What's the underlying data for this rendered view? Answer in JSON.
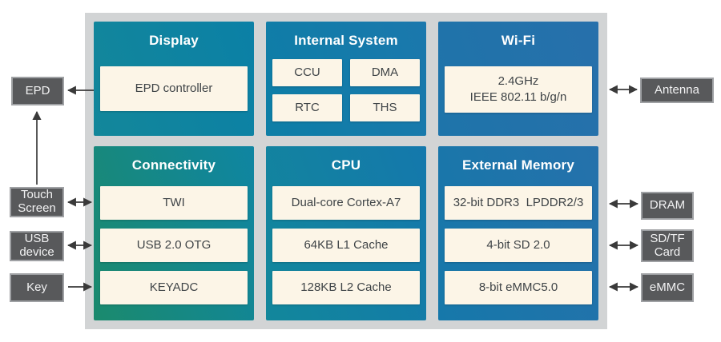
{
  "palette": {
    "canvas_bg": "#ffffff",
    "panel_bg": "#d2d4d5",
    "chip_bg": "#fcf5e7",
    "chip_text": "#3f4447",
    "peripheral_bg": "#58595b",
    "peripheral_border": "#9fa1a4",
    "peripheral_text": "#f2f2f3",
    "block_title_text": "#ffffff",
    "arrow": "#3a3a3a",
    "gradients": {
      "display": [
        "#13879a",
        "#0b80a6"
      ],
      "internal_system": [
        "#0d7ea6",
        "#1b78ad"
      ],
      "wifi": [
        "#1e74aa",
        "#2770ab"
      ],
      "connectivity": [
        "#1b8a6d",
        "#0f85a2"
      ],
      "cpu": [
        "#12879b",
        "#1478ac"
      ],
      "external_memory": [
        "#1678aa",
        "#2571ab"
      ]
    }
  },
  "blocks": {
    "display": {
      "title": "Display",
      "items": [
        "EPD controller"
      ]
    },
    "internal_system": {
      "title": "Internal System",
      "items": [
        "CCU",
        "DMA",
        "RTC",
        "THS"
      ]
    },
    "wifi": {
      "title": "Wi-Fi",
      "items": [
        "2.4GHz\nIEEE 802.11 b/g/n"
      ]
    },
    "connectivity": {
      "title": "Connectivity",
      "items": [
        "TWI",
        "USB 2.0 OTG",
        "KEYADC"
      ]
    },
    "cpu": {
      "title": "CPU",
      "items": [
        "Dual-core Cortex-A7",
        "64KB L1 Cache",
        "128KB L2 Cache"
      ]
    },
    "external_memory": {
      "title": "External Memory",
      "items": [
        "32-bit DDR3  LPDDR2/3",
        "4-bit SD 2.0",
        "8-bit eMMC5.0"
      ]
    }
  },
  "peripherals": {
    "left": [
      {
        "label": "EPD"
      },
      {
        "label": "Touch\nScreen"
      },
      {
        "label": "USB\ndevice"
      },
      {
        "label": "Key"
      }
    ],
    "right": [
      {
        "label": "Antenna"
      },
      {
        "label": "DRAM"
      },
      {
        "label": "SD/TF\nCard"
      },
      {
        "label": "eMMC"
      }
    ]
  }
}
